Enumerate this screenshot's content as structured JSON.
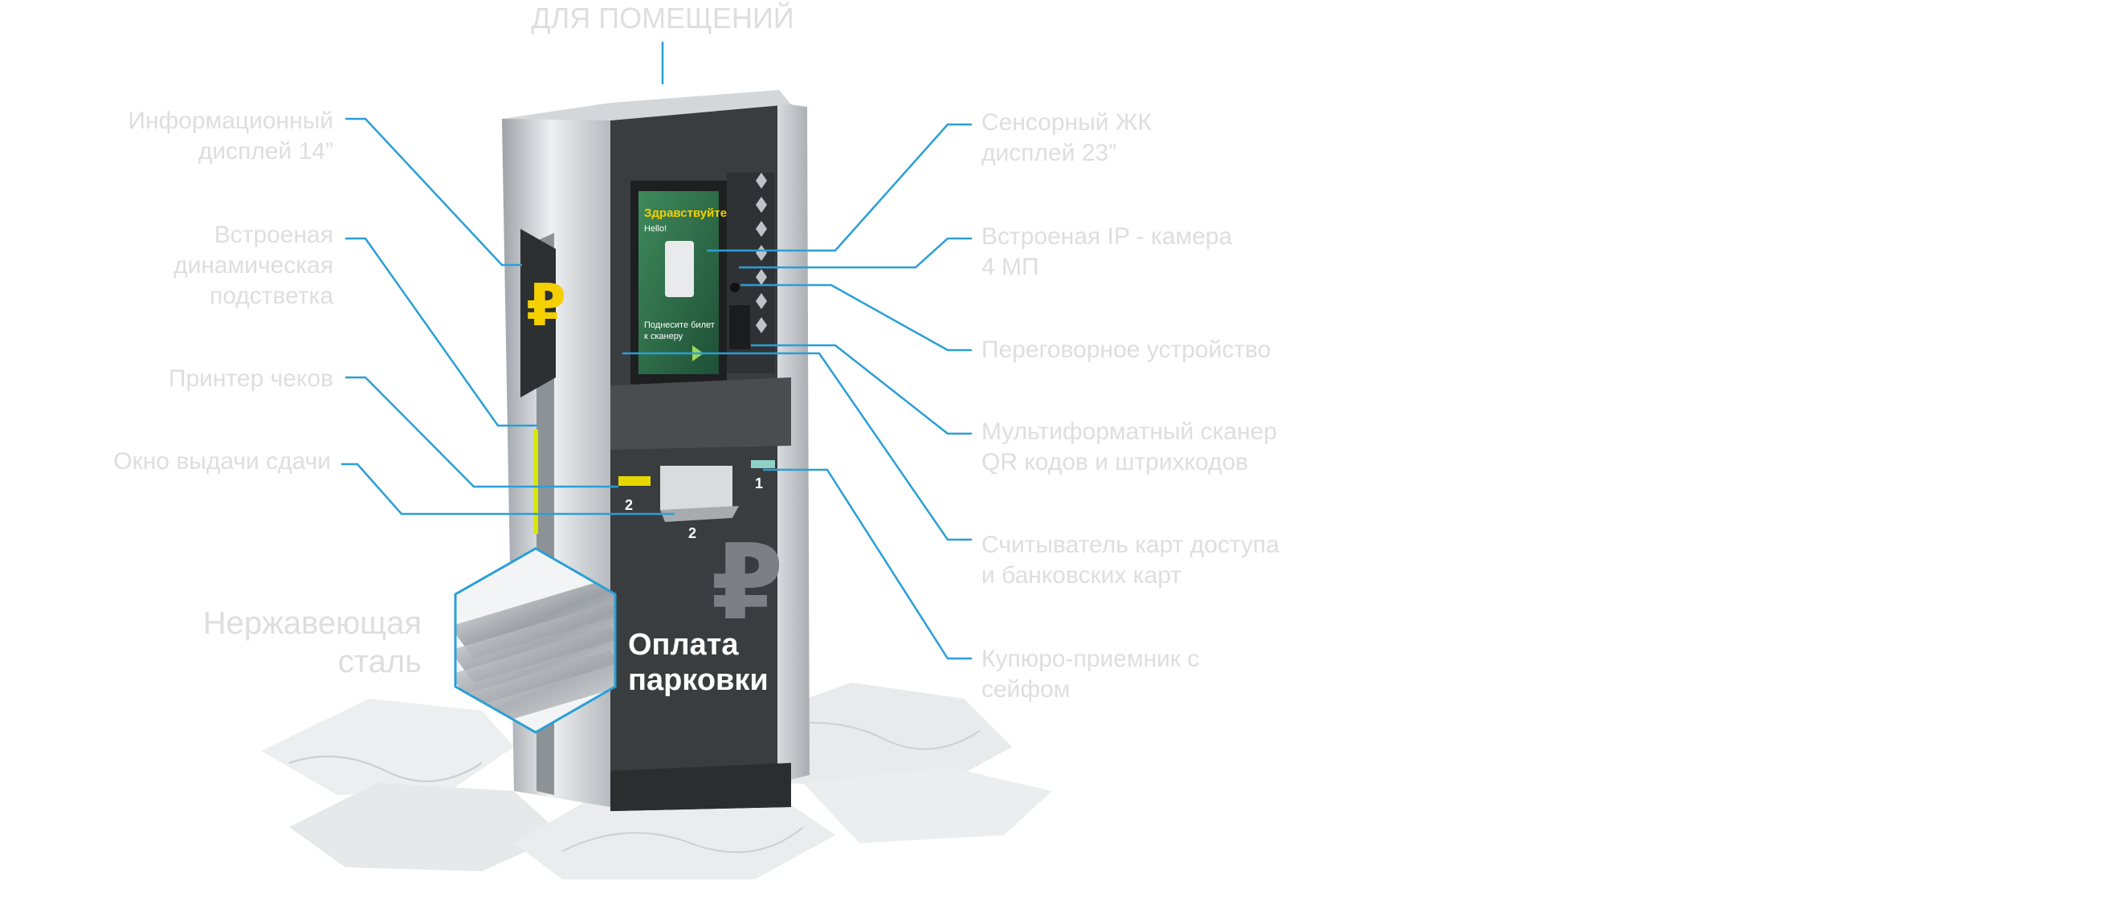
{
  "header": {
    "title": "ДЛЯ ПОМЕЩЕНИЙ"
  },
  "left_labels": {
    "info_display": "Информационный\nдисплей 14”",
    "lighting": "Встроеная\nдинамическая\nподстветка",
    "printer": "Принтер чеков",
    "change_window": "Окно выдачи сдачи"
  },
  "steel_label": "Нержавеющая\nсталь",
  "right_labels": {
    "touch_display": "Сенсорный ЖК\nдисплей 23”",
    "camera": "Встроеная IP - камера\n4 МП",
    "intercom": "Переговорное устройство",
    "scanner": "Мультиформатный сканер\nQR кодов и штрихкодов",
    "card_reader": "Считыватель карт доступа\nи банковских карт",
    "bill_acceptor": "Купюро-приемник с\nсейфом"
  },
  "kiosk": {
    "screen_greeting": "Здравствуйте!",
    "screen_hello": "Hello!",
    "screen_instruction": "Поднесите билет\nк сканеру",
    "panel_text": "Оплата\nпарковки",
    "ruble_symbol": "₽",
    "step1": "1",
    "step2": "2",
    "step2b": "2"
  },
  "colors": {
    "leader_line": "#2a9fd6",
    "label_text": "#dedede",
    "kiosk_dark": "#3a3d40",
    "accent_yellow": "#f5d000",
    "steel": "#c9ccd0",
    "screen_green": "#2f6e4a"
  }
}
